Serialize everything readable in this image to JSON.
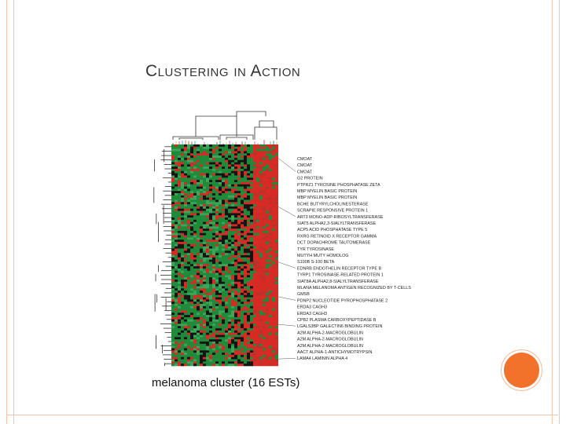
{
  "slide": {
    "title": "Clustering in Action",
    "caption": "melanoma cluster (16 ESTs)"
  },
  "colors": {
    "frame": "#f2c6ae",
    "accent": "#f2722c",
    "heat_high": "#d62a24",
    "heat_low": "#1f8a3a",
    "heat_dark": "#141414"
  },
  "gene_labels": [
    "CMOAT",
    "CMOAT",
    "CMOAT",
    "G2 PROTEIN",
    "PTPRZ1 TYROSINE PHOSPHATASE ZETA",
    "MBP MYELIN BASIC PROTEIN",
    "MBP MYELIN BASIC PROTEIN",
    "BCHE BUTYRYLCHOLINESTERASE",
    "SCRAPIE RESPONSIVE PROTEIN 1",
    "ART3 MONO-ADP-RIBOSYLTRANSFERASE",
    "SIAT5 ALPHA2,3-SIALYLTRANSFERASE",
    "ACP5 ACID PHOSPHATASE TYPE 5",
    "RXRG RETINOID X RECEPTOR GAMMA",
    "DCT DOPACHROME TAUTOMERASE",
    "TYR TYROSINASE",
    "MUTYH MUTY HOMOLOG",
    "S100B S-100 BETA",
    "EDNRB ENDOTHELIN RECEPTOR TYPE B",
    "TYRP1 TYROSINASE-RELATED PROTEIN 1",
    "SIAT8A ALPHA2,8-SIALYLTRANSFERASE",
    "MLANA MELANOMA ANTIGEN RECOGNIZED BY T-CELLS",
    "GMSB",
    "PDNP2 NUCLEOTIDE PYROPHOSPHATASE 2",
    "ERDA3 CAGH3",
    "ERDA3 CAGH3",
    "CPB2 PLASMA CARBOXYPEPTIDASE B",
    "LGALS3BP GALECTIN6 BINDING PROTEIN",
    "A2M ALPHA-2-MACROGLOBULIN",
    "A2M ALPHA-2-MACROGLOBULIN",
    "A2M ALPHA-2-MACROGLOBULIN",
    "AACT ALPHA-1-ANTICHYMOTRYPSIN",
    "LAMA4 LAMININ ALPHA 4"
  ]
}
